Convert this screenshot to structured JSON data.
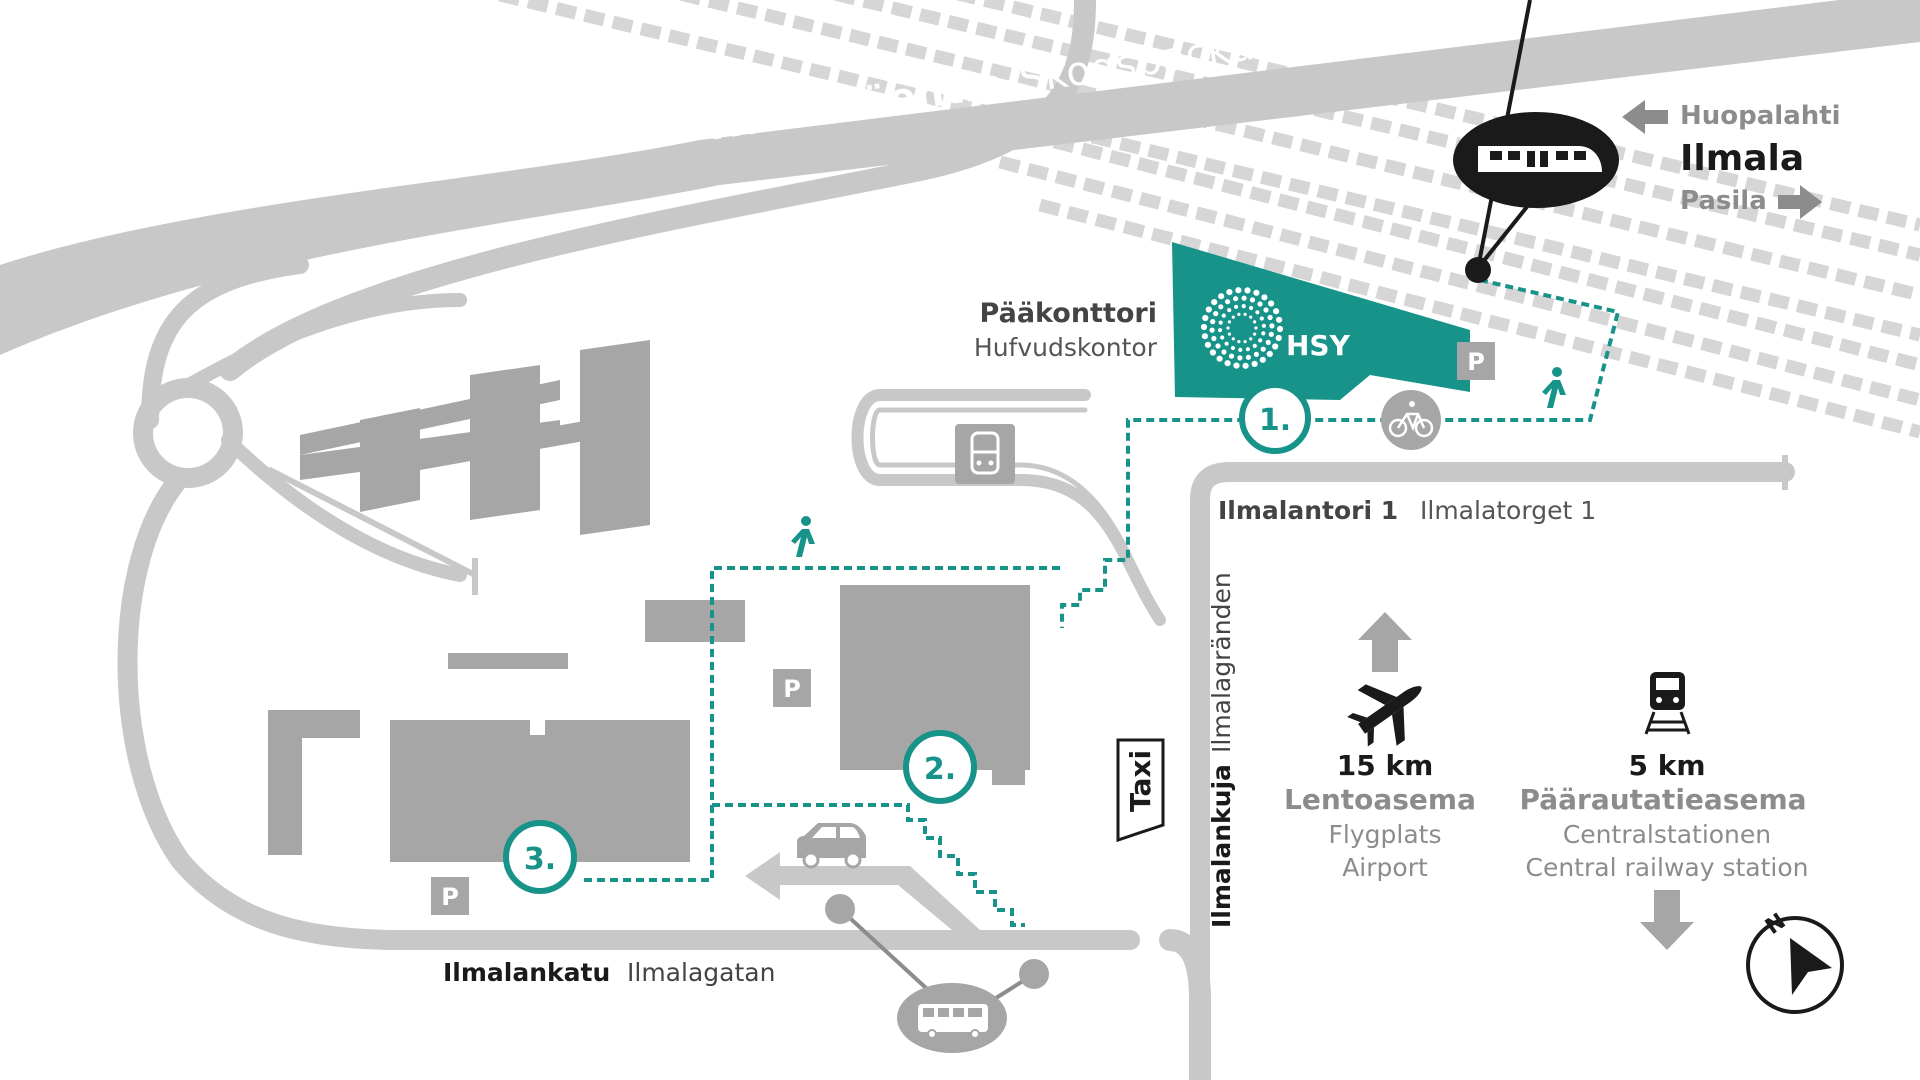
{
  "colors": {
    "teal": "#17938a",
    "road": "#c8c8c8",
    "building": "#a6a6a6",
    "dark": "#1a1a1a",
    "label_gray": "#8c8c8c",
    "text_dark": "#333333"
  },
  "roads": {
    "hakamaentie_fi": "Hakamäentie",
    "hakamaentie_sv": "Skogsbackavägen",
    "ilmalankatu_fi": "Ilmalankatu",
    "ilmalankatu_sv": "Ilmalagatan",
    "ilmalankuja_fi": "Ilmalankuja",
    "ilmalankuja_sv": "Ilmalagränden"
  },
  "train_station": {
    "icon": "train-icon",
    "prev": "Huopalahti",
    "name": "Ilmala",
    "next": "Pasila"
  },
  "headquarters": {
    "name_fi": "Pääkonttori",
    "name_sv": "Hufvudskontor",
    "logo_text": "HSY",
    "address_fi": "Ilmalantori 1",
    "address_sv": "Ilmalatorget 1"
  },
  "markers": {
    "m1": "1.",
    "m2": "2.",
    "m3": "3."
  },
  "signs": {
    "parking": "P",
    "taxi": "Taxi"
  },
  "airport": {
    "icon": "airplane-icon",
    "distance": "15 km",
    "name_fi": "Lentoasema",
    "name_sv": "Flygplats",
    "name_en": "Airport"
  },
  "central_station": {
    "icon": "train-front-icon",
    "distance": "5 km",
    "name_fi": "Päärautatieasema",
    "name_sv": "Centralstationen",
    "name_en": "Central railway station"
  },
  "compass": {
    "label": "N"
  }
}
